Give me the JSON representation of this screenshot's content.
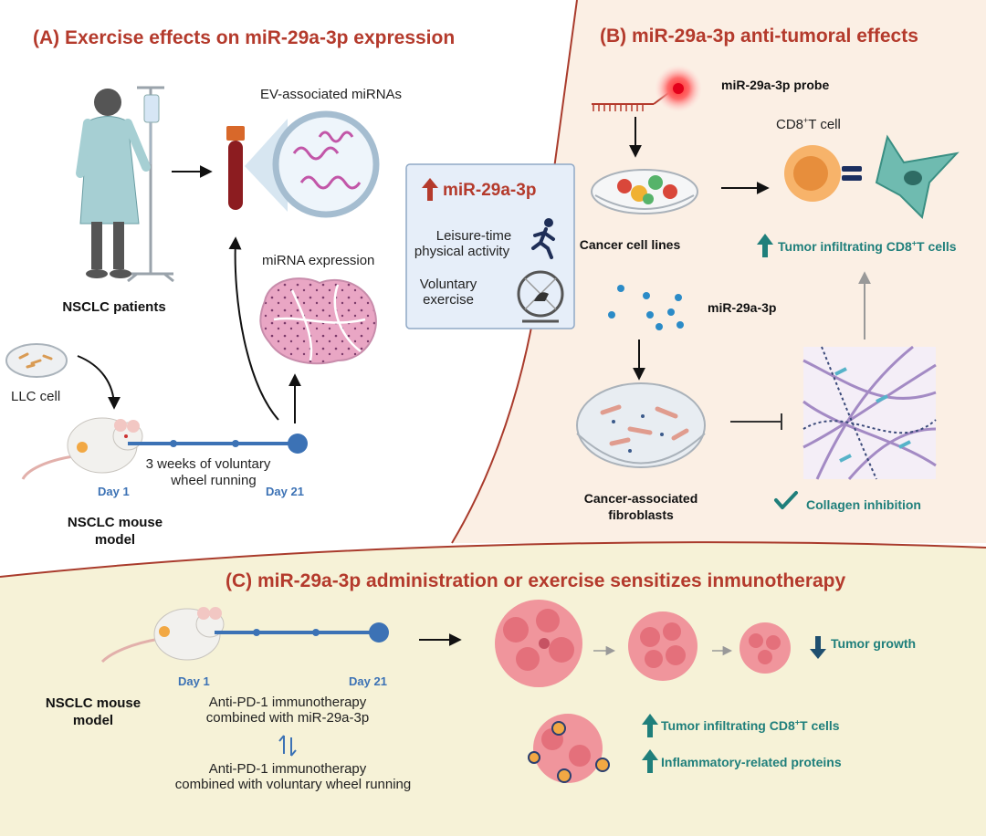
{
  "colors": {
    "title_red": "#b43a2c",
    "accent_blue": "#3c72b5",
    "teal": "#1f7f7b",
    "panel_b_bg": "#fbefe4",
    "panel_c_bg": "#f6f2d7",
    "box_bg": "#e6eef9"
  },
  "panel_a": {
    "title": "(A) Exercise effects on miR-29a-3p expression",
    "ev_label": "EV-associated miRNAs",
    "mirna_expression": "miRNA expression",
    "patients": "NSCLC patients",
    "llc_cell": "LLC cell",
    "timeline_text_1": "3 weeks of voluntary",
    "timeline_text_2": "wheel running",
    "day1": "Day 1",
    "day21": "Day 21",
    "mouse_model_1": "NSCLC mouse",
    "mouse_model_2": "model"
  },
  "center_box": {
    "title": "miR-29a-3p",
    "leisure_1": "Leisure-time",
    "leisure_2": "physical activity",
    "voluntary_1": "Voluntary",
    "voluntary_2": "exercise",
    "icons": [
      "up-arrow-icon",
      "runner-icon",
      "hamster-wheel-icon"
    ]
  },
  "panel_b": {
    "title": "(B)  miR-29a-3p anti-tumoral effects",
    "probe": "miR-29a-3p probe",
    "cd8_prefix": "CD8",
    "cd8_sup": "+",
    "cd8_suffix": "T cell",
    "cancer_lines": "Cancer cell lines",
    "tumor_infiltrating_prefix": "Tumor infiltrating CD8",
    "tumor_infiltrating_sup": "+",
    "tumor_infiltrating_suffix": "T cells",
    "mirna": "miR-29a-3p",
    "caf_1": "Cancer-associated",
    "caf_2": "fibroblasts",
    "collagen": "Collagen inhibition"
  },
  "panel_c": {
    "title": "(C) miR-29a-3p administration or exercise sensitizes inmunotherapy",
    "day1": "Day 1",
    "day21": "Day 21",
    "mouse_model_1": "NSCLC mouse",
    "mouse_model_2": "model",
    "therapy_a_1": "Anti-PD-1 immunotherapy",
    "therapy_a_2": "combined with miR-29a-3p",
    "therapy_b_1": "Anti-PD-1 immunotherapy",
    "therapy_b_2": "combined with voluntary wheel running",
    "tumor_growth": "Tumor growth",
    "tumor_infiltrating_prefix": "Tumor infiltrating CD8",
    "tumor_infiltrating_sup": "+",
    "tumor_infiltrating_suffix": "T cells",
    "inflammatory": "Inflammatory-related proteins"
  }
}
